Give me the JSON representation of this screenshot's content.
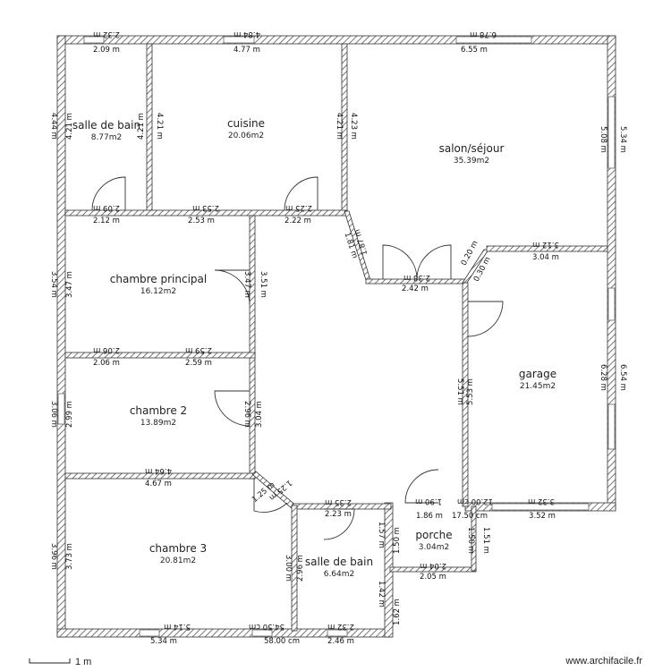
{
  "rooms": [
    {
      "name": "salle de bain",
      "area": "8.77m2"
    },
    {
      "name": "cuisine",
      "area": "20.06m2"
    },
    {
      "name": "salon/séjour",
      "area": "35.39m2"
    },
    {
      "name": "chambre principal",
      "area": "16.12m2"
    },
    {
      "name": "chambre 2",
      "area": "13.89m2"
    },
    {
      "name": "garage",
      "area": "21.45m2"
    },
    {
      "name": "porche",
      "area": "3.04m2"
    },
    {
      "name": "salle de bain",
      "area": "6.64m2"
    },
    {
      "name": "chambre 3",
      "area": "20.81m2"
    }
  ],
  "dimensions": [
    "2.32 m",
    "4.84 m",
    "6.78 m",
    "2.09 m",
    "4.77 m",
    "6.55 m",
    "4.44 m",
    "4.21 m",
    "4.21 m",
    "4.21 m",
    "4.23 m",
    "5.08 m",
    "5.34 m",
    "2.09 m",
    "2.53 m",
    "2.25 m",
    "2.12 m",
    "2.53 m",
    "2.22 m",
    "3.12 m",
    "3.04 m",
    "1.81 m",
    "1.87 m",
    "2.38 m",
    "2.42 m",
    "0.20 m",
    "0.30 m",
    "3.54 m",
    "3.47 m",
    "3.47 m",
    "3.51 m",
    "2.06 m",
    "2.59 m",
    "2.06 m",
    "2.59 m",
    "5.51 m",
    "5.53 m",
    "6.28 m",
    "6.54 m",
    "3.06 m",
    "2.99 m",
    "2.96 m",
    "3.04 m",
    "4.64 m",
    "4.67 m",
    "1.25 m",
    "1.25 m",
    "2.35 m",
    "2.23 m",
    "1.90 m",
    "12.00 cm",
    "3.32 m",
    "1.86 m",
    "17.50 cm",
    "3.52 m",
    "3.96 m",
    "3.73 m",
    "3.00 m",
    "2.96 m",
    "1.57 m",
    "1.50 m",
    "1.50 m",
    "1.51 m",
    "2.04 m",
    "2.05 m",
    "1.42 m",
    "1.62 m",
    "5.14 m",
    "5.34 m",
    "54.50 cm",
    "58.00 cm",
    "2.32 m",
    "2.46 m"
  ],
  "scale_label": "1 m",
  "watermark": "www.archifacile.fr",
  "colors": {
    "wall": "#777777",
    "wall_edge": "#333333",
    "window": "#9a9a9a"
  }
}
